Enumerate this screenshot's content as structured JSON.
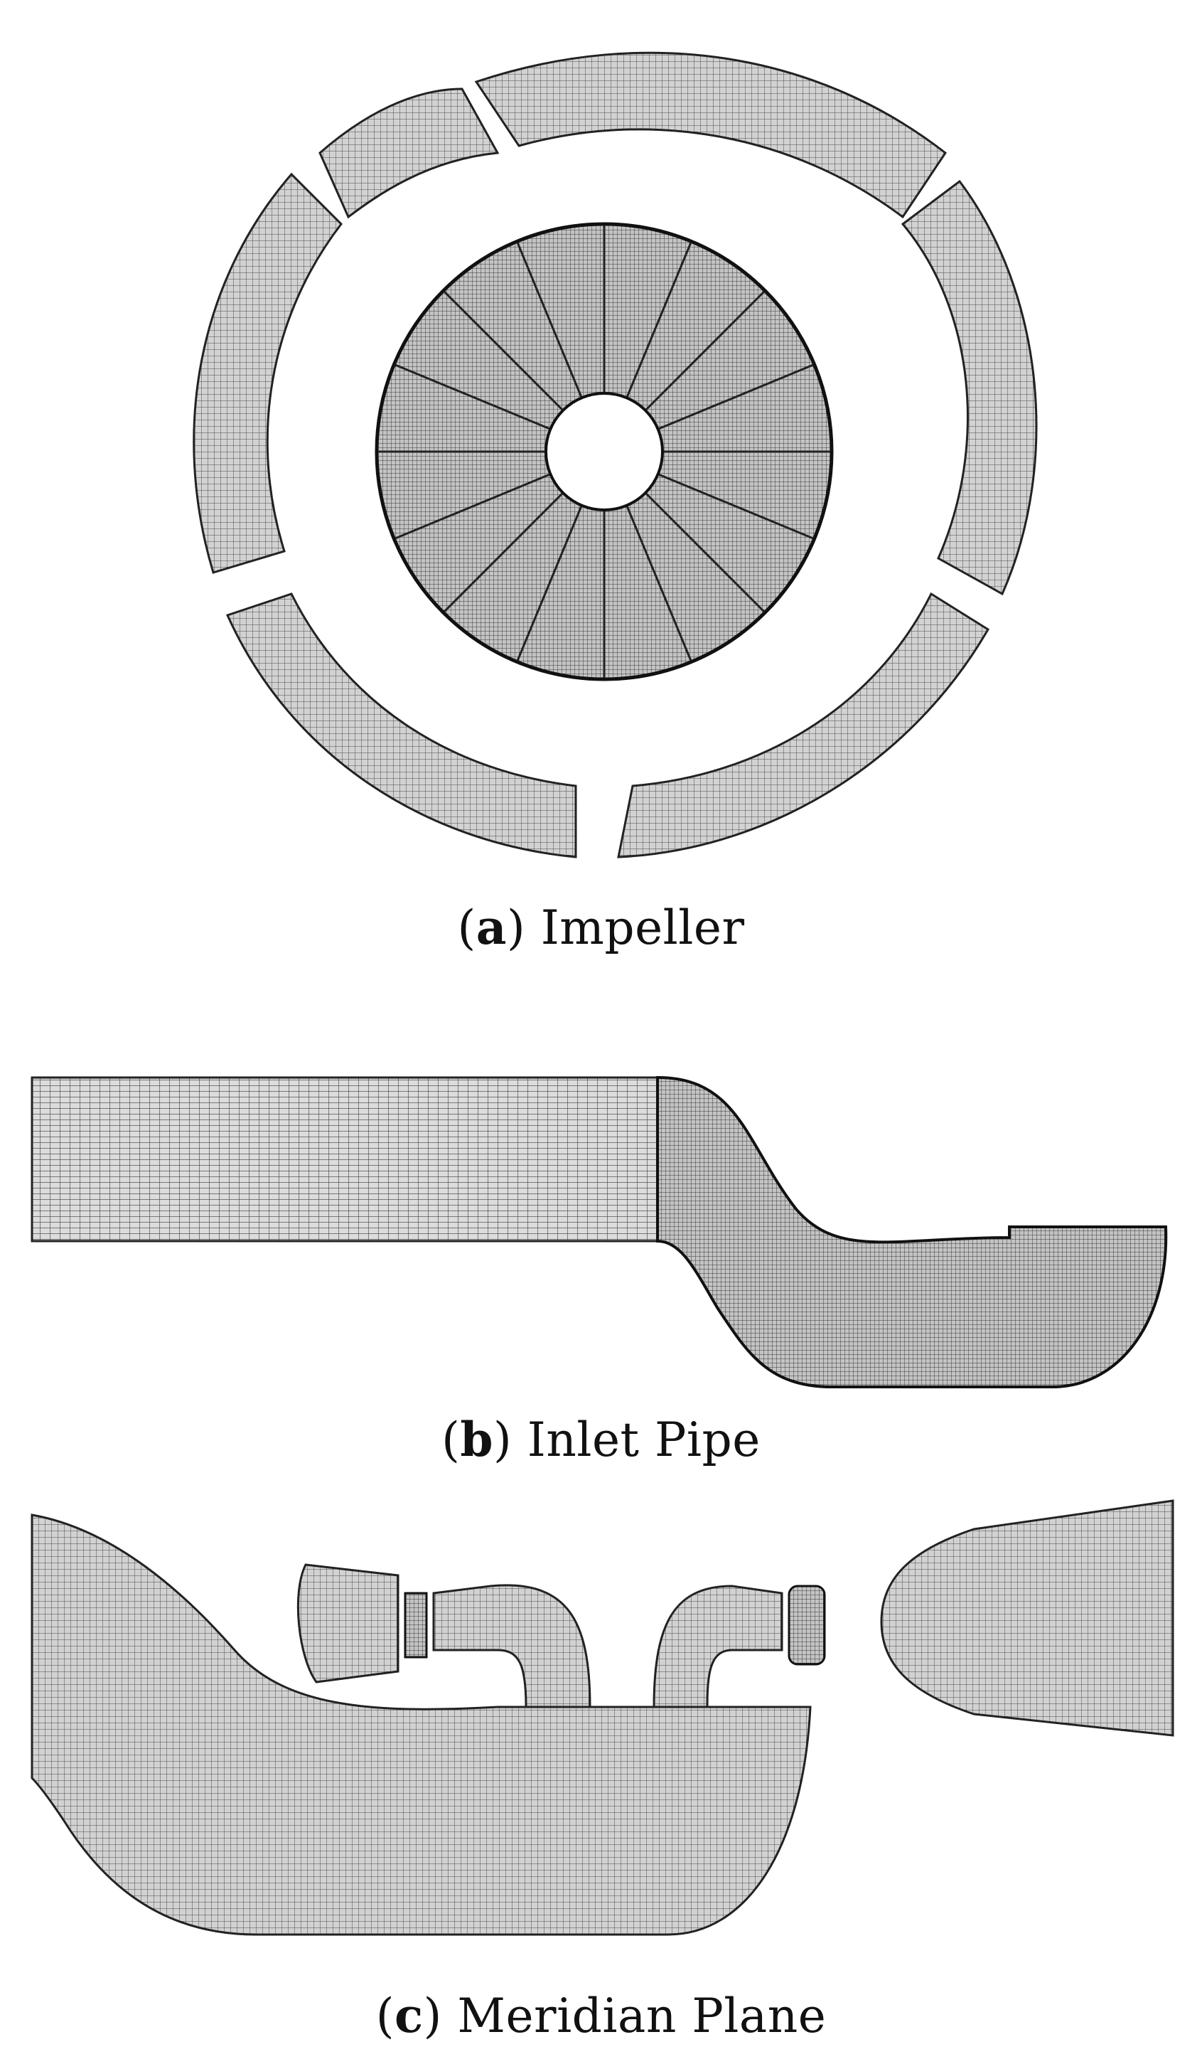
{
  "figure": {
    "panels": [
      {
        "letter": "a",
        "label": "Impeller"
      },
      {
        "letter": "b",
        "label": "Inlet Pipe"
      },
      {
        "letter": "c",
        "label": "Meridian Plane"
      }
    ]
  },
  "colors": {
    "mesh_line": "#2a2a2a",
    "mesh_fill": "#cfcfcf",
    "background": "#ffffff"
  }
}
